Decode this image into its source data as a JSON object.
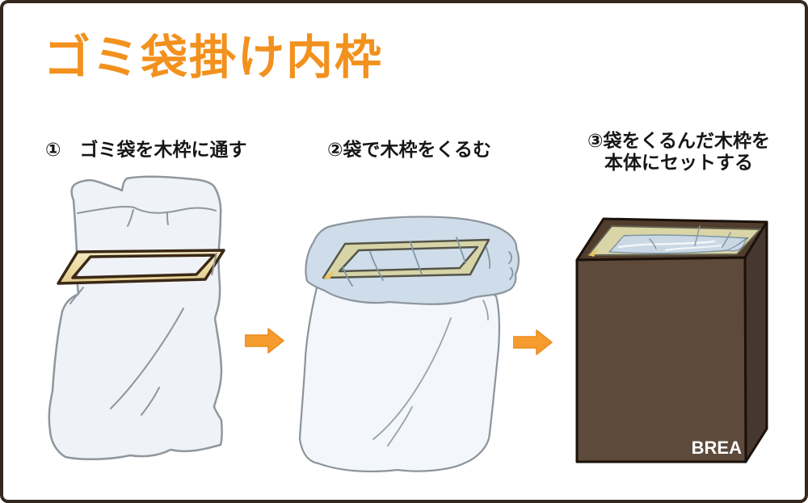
{
  "title": "ゴミ袋掛け内枠",
  "steps": [
    {
      "label": "①　ゴミ袋を木枠に通す"
    },
    {
      "label": "②袋で木枠をくるむ"
    },
    {
      "line1": "③袋をくるんだ木枠を",
      "line2": "本体にセットする"
    }
  ],
  "illustrations": {
    "box_label": "BREA"
  },
  "icons": {
    "arrow1": "right-arrow",
    "arrow2": "right-arrow"
  },
  "colors": {
    "title_orange": "#F2911E",
    "arrow_orange": "#F69C2E",
    "frame_tan": "#EBD99C",
    "bag_white": "#F1F4F8",
    "bag_blue": "#CEDDE9",
    "box_front_brown": "#5D4A3B",
    "box_side_brown": "#463830",
    "border_dark": "#34281e",
    "text_black": "#161616"
  }
}
